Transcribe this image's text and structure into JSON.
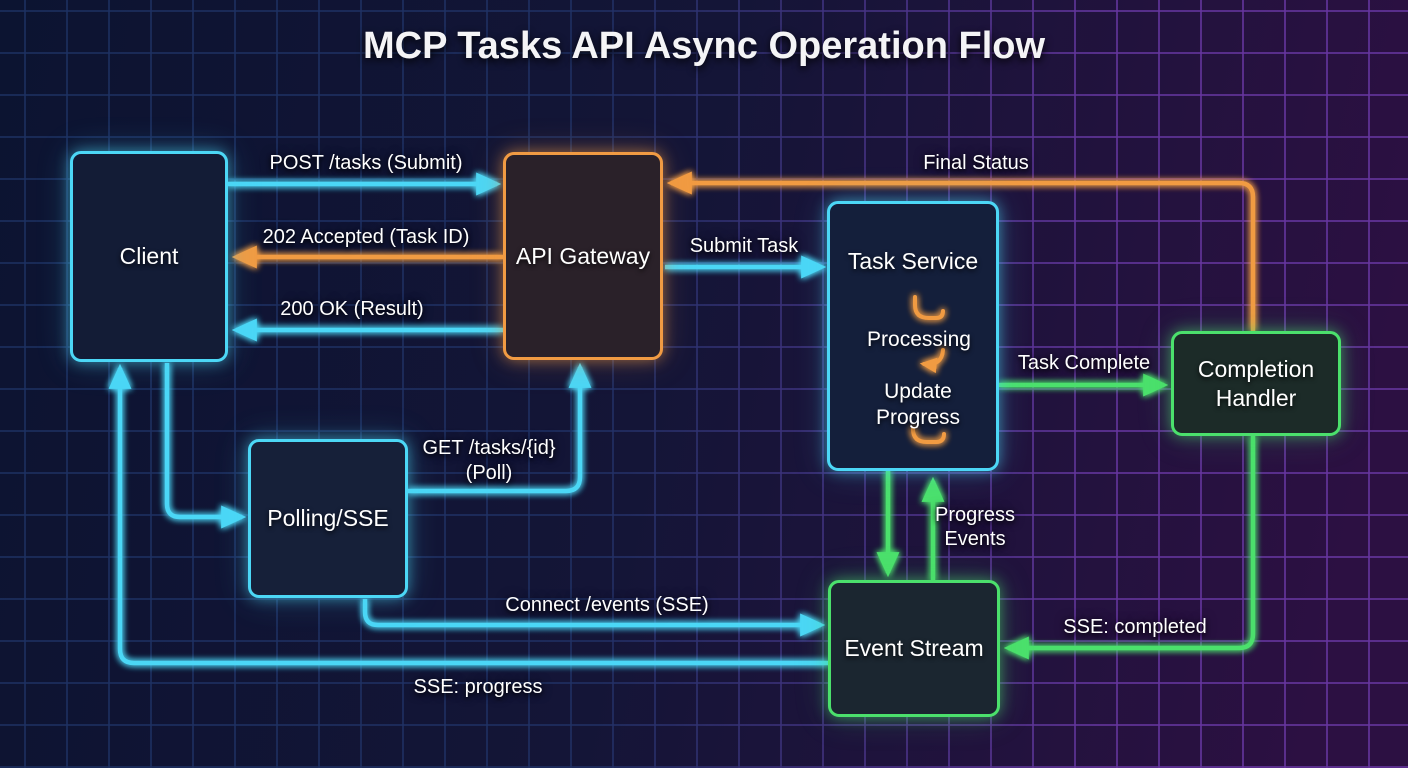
{
  "title": "MCP Tasks API Async Operation Flow",
  "colors": {
    "cyan_accent": "#4cd7f6",
    "orange_accent": "#f19b43",
    "green_accent": "#4be06c",
    "background_left": "#0c1430",
    "background_right": "#2c1042",
    "grid_blue": "#2e4f94",
    "grid_purple": "#8a39bd"
  },
  "nodes": {
    "client": {
      "label": "Client"
    },
    "api_gateway": {
      "label": "API Gateway"
    },
    "task_service": {
      "label": "Task Service",
      "steps": {
        "processing": "Processing",
        "update_progress": "Update Progress"
      }
    },
    "completion_handler": {
      "label": "Completion Handler"
    },
    "polling_sse": {
      "label": "Polling/SSE"
    },
    "event_stream": {
      "label": "Event Stream"
    }
  },
  "edges": {
    "post_tasks": "POST /tasks (Submit)",
    "accepted": "202 Accepted (Task ID)",
    "ok_result": "200 OK (Result)",
    "submit_task": "Submit Task",
    "final_status": "Final Status",
    "task_complete": "Task Complete",
    "get_poll": "GET /tasks/{id}",
    "get_poll_sub": "(Poll)",
    "progress_events": "Progress Events",
    "connect_events": "Connect /events (SSE)",
    "sse_completed": "SSE: completed",
    "sse_progress": "SSE: progress"
  }
}
